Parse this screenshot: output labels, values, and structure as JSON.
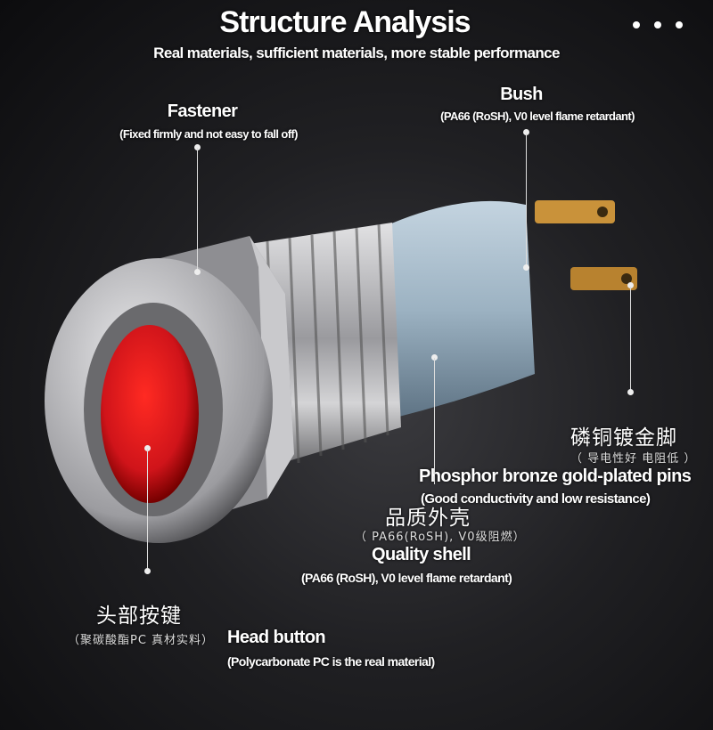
{
  "header": {
    "title": "Structure Analysis",
    "subtitle": "Real materials, sufficient materials, more stable performance"
  },
  "menu_icon": "more-dots-icon",
  "labels": {
    "fastener": {
      "title": "Fastener",
      "desc": "(Fixed firmly and not easy to fall off)"
    },
    "bush": {
      "title": "Bush",
      "desc": "(PA66 (RoSH), V0 level flame retardant)"
    },
    "pins": {
      "cn_title": "磷铜镀金脚",
      "cn_desc": "（ 导电性好 电阻低 ）",
      "title": "Phosphor bronze gold-plated pins",
      "desc": "(Good conductivity and low resistance)"
    },
    "shell": {
      "cn_title": "品质外壳",
      "cn_desc": "（ PA66(RoSH), V0级阻燃）",
      "title": "Quality shell",
      "desc": "(PA66 (RoSH), V0 level flame retardant)"
    },
    "head": {
      "cn_title": "头部按键",
      "cn_desc": "（聚碳酸酯PC 真材实料）",
      "title": "Head button",
      "desc": "(Polycarbonate PC is the real material)"
    }
  },
  "colors": {
    "lens": "#d0141a",
    "bush": "#9fb4c4",
    "metal": "#b8b8bb",
    "pins": "#c9923a"
  }
}
